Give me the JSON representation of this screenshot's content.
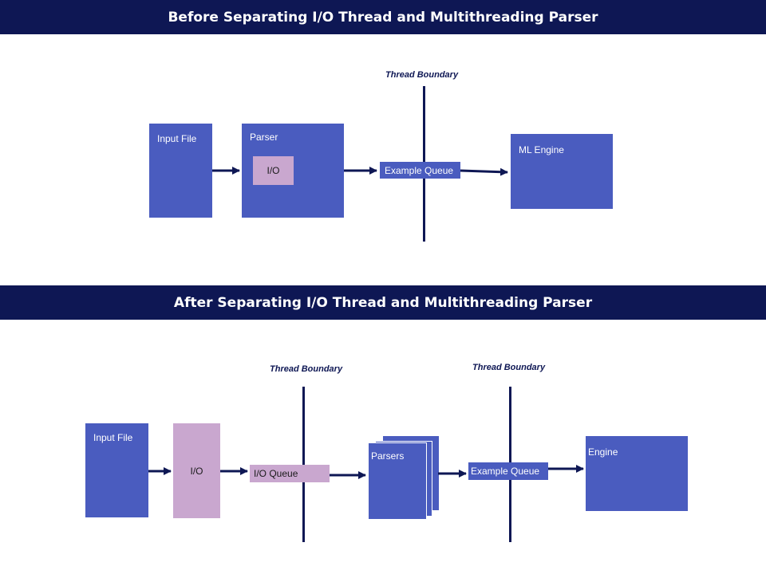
{
  "before": {
    "title": "Before Separating I/O Thread and Multithreading Parser",
    "input_file": "Input File",
    "parser": "Parser",
    "io": "I/O",
    "example_queue": "Example Queue",
    "ml_engine": "ML Engine",
    "thread_boundary": "Thread Boundary"
  },
  "after": {
    "title": "After Separating I/O Thread and Multithreading Parser",
    "input_file": "Input File",
    "io": "I/O",
    "io_queue": "I/O Queue",
    "parsers": "Parsers",
    "example_queue": "Example Queue",
    "engine": "Engine",
    "thread_boundary_1": "Thread Boundary",
    "thread_boundary_2": "Thread Boundary"
  },
  "colors": {
    "navy": "#0e1754",
    "box_blue": "#4a5cbf",
    "io_pink": "#c9a7cf"
  }
}
